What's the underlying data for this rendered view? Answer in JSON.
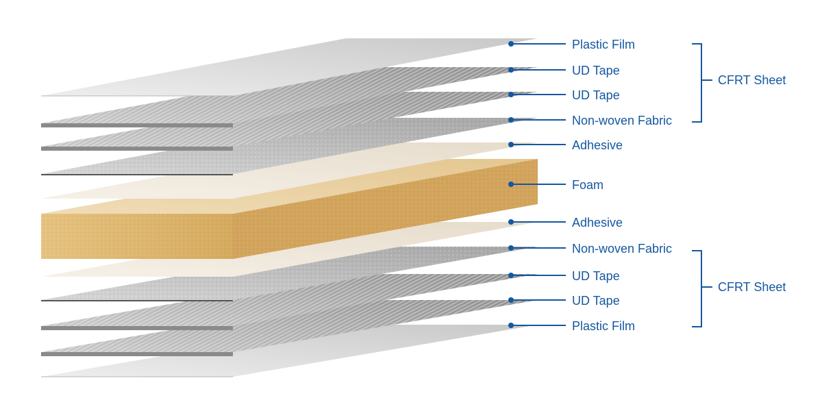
{
  "layers": [
    {
      "label": "Plastic Film"
    },
    {
      "label": "UD Tape"
    },
    {
      "label": "UD Tape"
    },
    {
      "label": "Non-woven Fabric"
    },
    {
      "label": "Adhesive"
    },
    {
      "label": "Foam"
    },
    {
      "label": "Adhesive"
    },
    {
      "label": "Non-woven Fabric"
    },
    {
      "label": "UD Tape"
    },
    {
      "label": "UD Tape"
    },
    {
      "label": "Plastic Film"
    }
  ],
  "groups": [
    {
      "label": "CFRT Sheet"
    },
    {
      "label": "CFRT Sheet"
    }
  ],
  "colors": {
    "label_blue": "#1557a0",
    "foam": "#e3c48f",
    "film": "#dcdcdc",
    "tape": "#a9a9a9",
    "fabric": "#b8b8b8",
    "adhesive": "#efe6d6"
  }
}
